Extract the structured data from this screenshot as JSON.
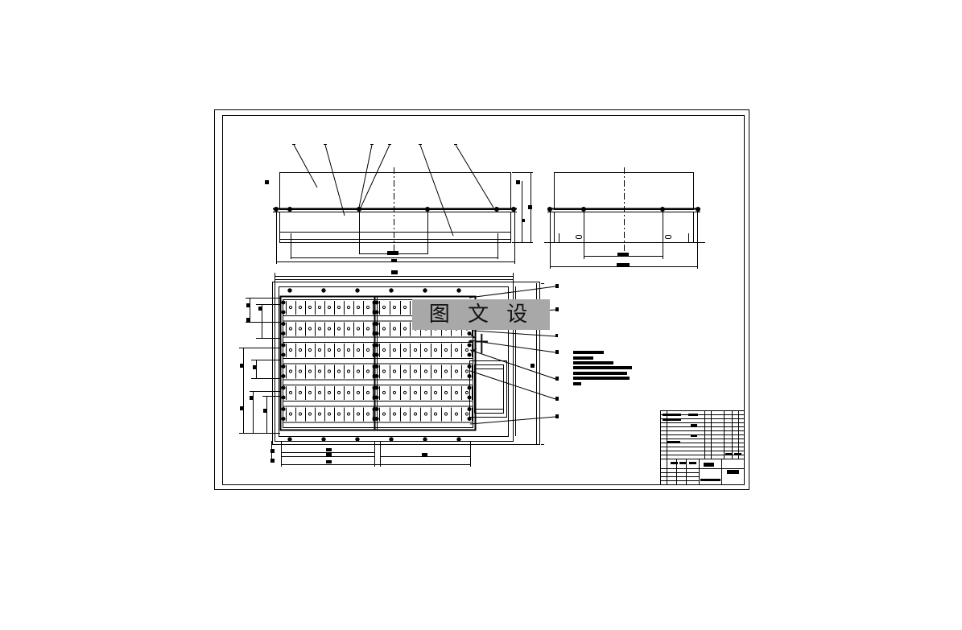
{
  "watermark": {
    "text": "图 文 设 计"
  },
  "colors": {
    "line": "#000000",
    "paper": "#ffffff",
    "watermark_bg": "#a8a8a8"
  },
  "drawing": {
    "views": [
      "front-view",
      "side-view",
      "plan-view"
    ],
    "balloon_count_top": 6,
    "balloon_count_right": 7,
    "plan_rows": 6,
    "plan_columns": 2
  }
}
